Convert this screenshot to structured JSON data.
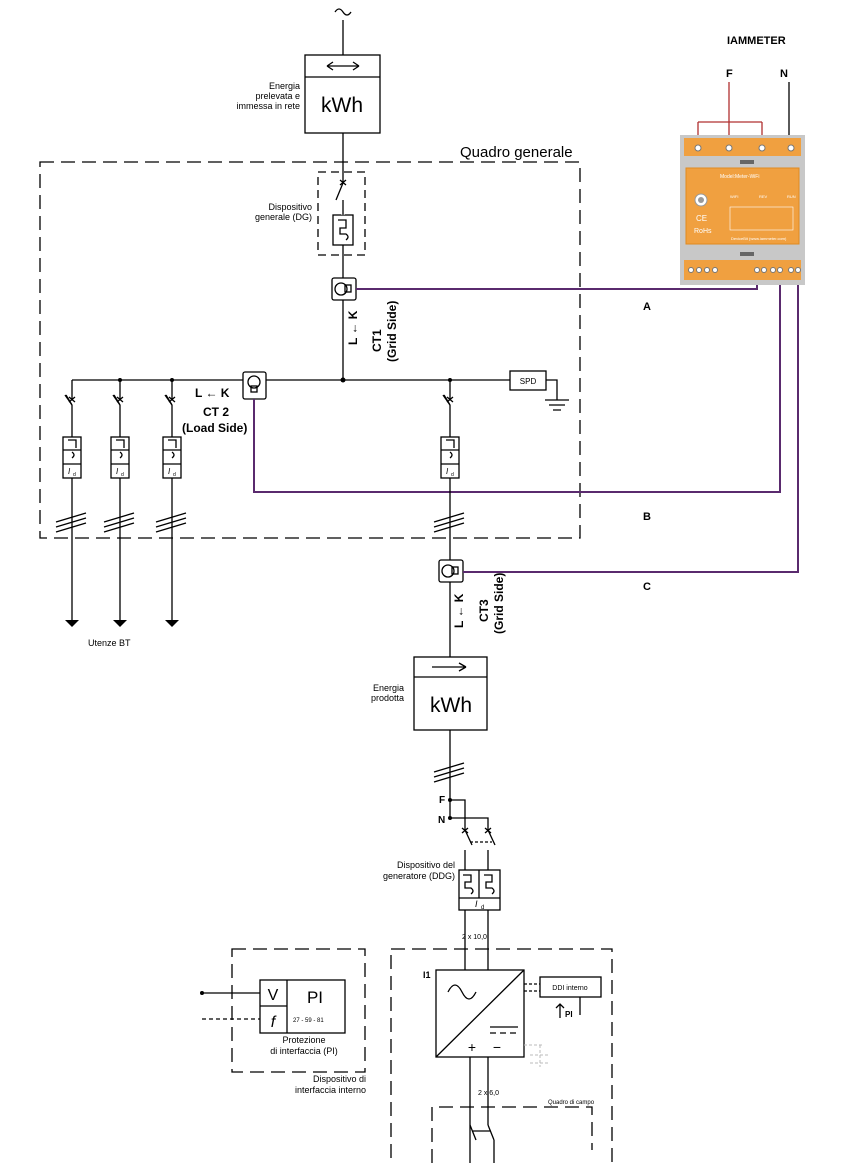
{
  "meter_device": {
    "brand": "IAMMETER",
    "phase_label": "F",
    "neutral_label": "N",
    "model": "Model:Meter-WiFi",
    "marks": [
      "CE",
      "RoHs"
    ],
    "leds": [
      "WIFI",
      "REV",
      "RUN"
    ],
    "footer": "DeviceBit (www.iammeter.com)",
    "color": "#f0a040"
  },
  "grid_meter": {
    "unit": "kWh",
    "label_lines": [
      "Energia",
      "prelevata e",
      "immessa in rete"
    ]
  },
  "quadro_generale": {
    "title": "Quadro generale"
  },
  "dg": {
    "label_lines": [
      "Dispositivo",
      "generale (DG)"
    ]
  },
  "ct1": {
    "direction": "L ← K",
    "name": "CT1",
    "side": "(Grid Side)"
  },
  "ct2": {
    "direction": "L ← K",
    "name": "CT 2",
    "side": "(Load Side)"
  },
  "ct3": {
    "direction": "L ← K",
    "name": "CT3",
    "side": "(Grid Side)"
  },
  "spd": "SPD",
  "rcd_label": "I",
  "rcd_sub": "d",
  "loads_label": "Utenze BT",
  "wires": {
    "a": "A",
    "b": "B",
    "c": "C",
    "color": "#5a2a6e"
  },
  "production_meter": {
    "unit": "kWh",
    "label_lines": [
      "Energia",
      "prodotta"
    ]
  },
  "phase_labels": {
    "f": "F",
    "n": "N"
  },
  "ddg": {
    "label_lines": [
      "Dispositivo del",
      "generatore (DDG)"
    ]
  },
  "cable_ac": "2 x 10,0",
  "cable_dc": "2 x 6,0",
  "inverter": {
    "id": "I1",
    "plus": "+",
    "minus": "−"
  },
  "ddi": {
    "label": "DDI interno",
    "pi": "PI"
  },
  "pi": {
    "v": "V",
    "f": "f",
    "title": "PI",
    "codes": "27 - 59 - 81",
    "label_lines": [
      "Protezione",
      "di interfaccia (PI)"
    ]
  },
  "interface_device": {
    "label_lines": [
      "Dispositivo di",
      "interfaccia interno"
    ]
  },
  "quadro_campo": "Quadro di campo"
}
